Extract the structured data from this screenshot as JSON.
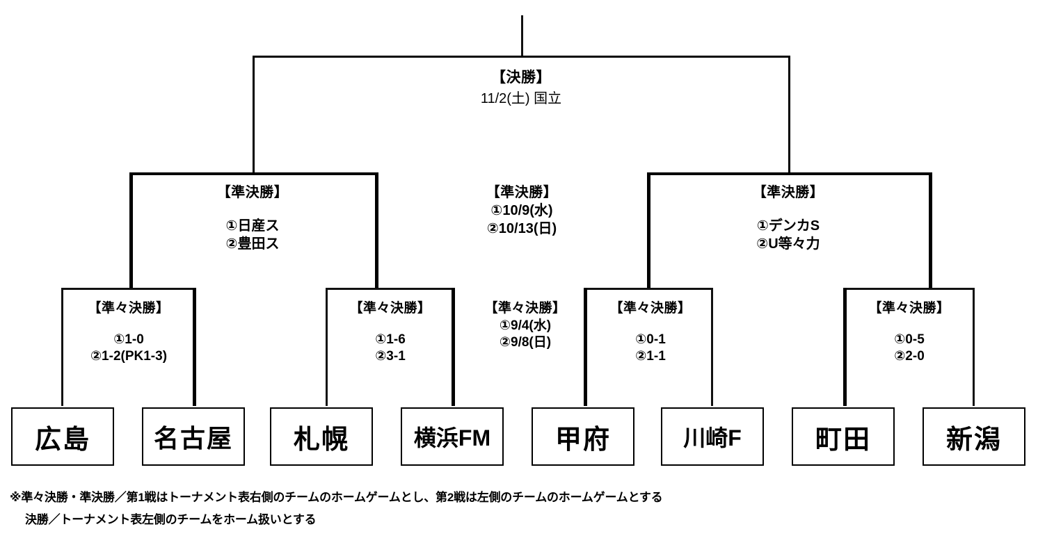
{
  "bracket": {
    "final": {
      "title": "【決勝】",
      "detail": "11/2(土) 国立"
    },
    "semifinals": [
      {
        "name": "semifinal-left",
        "title": "【準決勝】",
        "leg1": "①日産ス",
        "leg2": "②豊田ス"
      },
      {
        "name": "semifinal-schedule",
        "title": "【準決勝】",
        "leg1": "①10/9(水)",
        "leg2": "②10/13(日)"
      },
      {
        "name": "semifinal-right",
        "title": "【準決勝】",
        "leg1": "①デンカS",
        "leg2": "②U等々力"
      }
    ],
    "quarterfinals": [
      {
        "name": "quarterfinal-1",
        "title": "【準々決勝】",
        "leg1": "①1-0",
        "leg2": "②1-2(PK1-3)"
      },
      {
        "name": "quarterfinal-2",
        "title": "【準々決勝】",
        "leg1": "①1-6",
        "leg2": "②3-1"
      },
      {
        "name": "quarterfinal-schedule",
        "title": "【準々決勝】",
        "leg1": "①9/4(水)",
        "leg2": "②9/8(日)"
      },
      {
        "name": "quarterfinal-3",
        "title": "【準々決勝】",
        "leg1": "①0-1",
        "leg2": "②1-1"
      },
      {
        "name": "quarterfinal-4",
        "title": "【準々決勝】",
        "leg1": "①0-5",
        "leg2": "②2-0"
      }
    ],
    "teams": [
      {
        "name": "team-hiroshima",
        "label": "広島"
      },
      {
        "name": "team-nagoya",
        "label": "名古屋"
      },
      {
        "name": "team-sapporo",
        "label": "札幌"
      },
      {
        "name": "team-yokohama-fm",
        "label": "横浜FM"
      },
      {
        "name": "team-kofu",
        "label": "甲府"
      },
      {
        "name": "team-kawasaki-f",
        "label": "川崎F"
      },
      {
        "name": "team-machida",
        "label": "町田"
      },
      {
        "name": "team-niigata",
        "label": "新潟"
      }
    ]
  },
  "notes": {
    "line1": "※準々決勝・準決勝／第1戦はトーナメント表右側のチームのホームゲームとし、第2戦は左側のチームのホームゲームとする",
    "line2": "決勝／トーナメント表左側のチームをホーム扱いとする"
  },
  "colors": {
    "line": "#000000",
    "background": "#ffffff",
    "text": "#000000"
  }
}
